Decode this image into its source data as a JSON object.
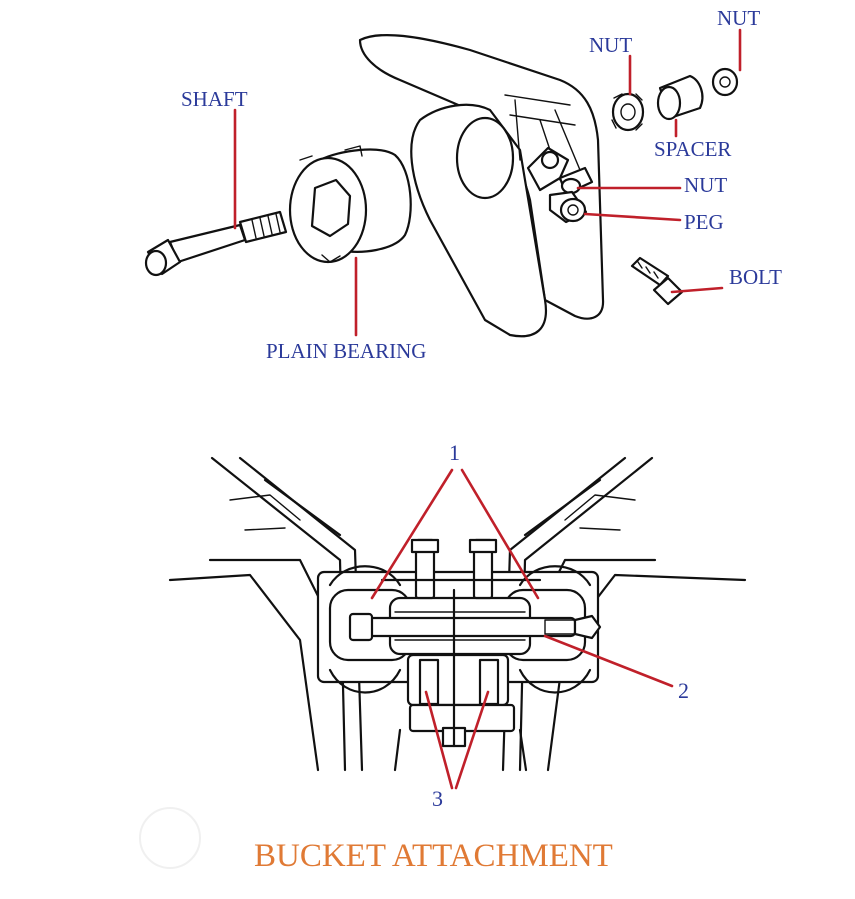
{
  "colors": {
    "label": "#2b3a9a",
    "leader": "#c0202a",
    "title": "#e07a35",
    "ink": "#111111"
  },
  "top_labels": {
    "shaft": "SHAFT",
    "nut_left": "NUT",
    "nut_right": "NUT",
    "spacer": "SPACER",
    "nut_lower": "NUT",
    "peg": "PEG",
    "bolt": "BOLT",
    "plain_bearing": "PLAIN BEARING"
  },
  "bottom_labels": {
    "callout_1": "1",
    "callout_2": "2",
    "callout_3": "3"
  },
  "title": "BUCKET ATTACHMENT"
}
